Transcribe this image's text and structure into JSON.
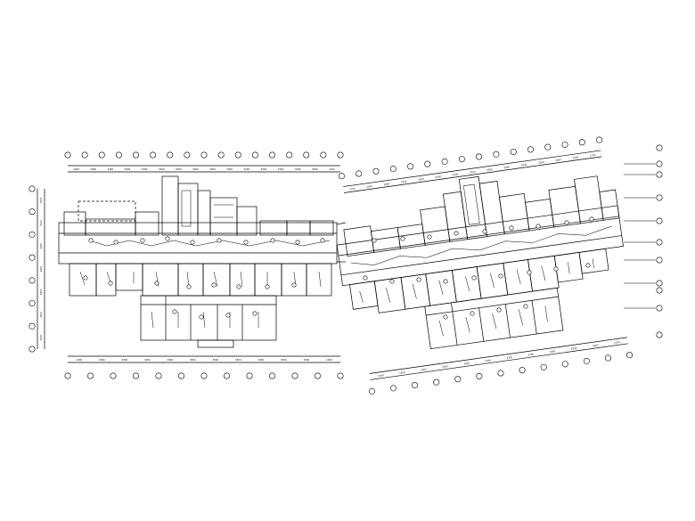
{
  "drawing": {
    "title": "",
    "note": "",
    "line_color": "#000000",
    "background": "#ffffff",
    "left_wing": {
      "top_dimensions": [
        "1200",
        "3300",
        "3300",
        "3300",
        "3300",
        "3300",
        "3300",
        "3300",
        "3300",
        "3300",
        "3300",
        "3300",
        "3300",
        "3300",
        "3300",
        "1200"
      ],
      "bottom_dimensions": [
        "1200",
        "3300",
        "3300",
        "3300",
        "3300",
        "3300",
        "3300",
        "3300",
        "3300",
        "3300",
        "3300",
        "1200"
      ],
      "left_dimensions": [
        "1500",
        "2100",
        "2400",
        "2400",
        "6300",
        "2400",
        "1500"
      ]
    },
    "right_wing": {
      "top_dimensions": [
        "1200",
        "3300",
        "3300",
        "3300",
        "3300",
        "3300",
        "3300",
        "3300",
        "3300",
        "3300",
        "3300",
        "3300",
        "3300",
        "3300",
        "1200"
      ],
      "bottom_dimensions": [
        "1200",
        "3300",
        "3300",
        "3300",
        "3300",
        "3300",
        "3300",
        "3300",
        "3300",
        "3300",
        "3300",
        "1200"
      ]
    }
  }
}
